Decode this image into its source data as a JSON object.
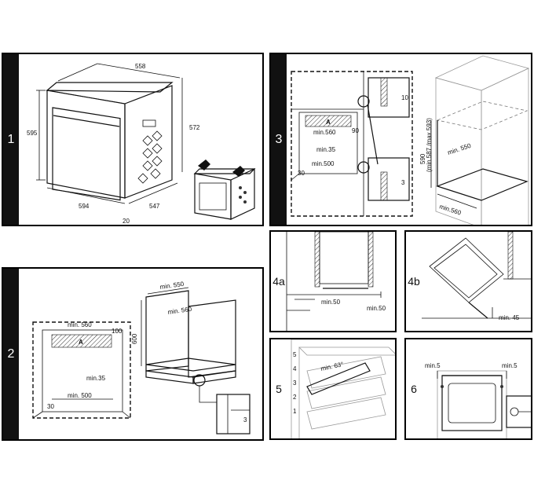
{
  "panels": {
    "p1": {
      "number": "1",
      "dims": {
        "width_top": "558",
        "height": "595",
        "depth": "572",
        "width_front": "594",
        "depth_side": "547",
        "door": "20"
      }
    },
    "p2": {
      "number": "2",
      "dims": {
        "min560": "min. 560",
        "v100": "100",
        "a": "A",
        "min35": "min.35",
        "min500": "min. 500",
        "v30": "30",
        "min550": "min. 550",
        "min560b": "min. 560",
        "v600": "600",
        "v3": "3"
      }
    },
    "p3": {
      "number": "3",
      "dims": {
        "a": "A",
        "min560": "min.560",
        "v90": "90",
        "min35": "min.35",
        "min500": "min.500",
        "v30": "30",
        "v10": "10",
        "v3": "3",
        "v590": "590",
        "range": "(min.587 /max.593)",
        "min550": "min. 550",
        "min560b": "min.560"
      }
    },
    "p4a": {
      "number": "4a",
      "dims": {
        "min50a": "min.50",
        "min50b": "min.50"
      }
    },
    "p4b": {
      "number": "4b",
      "dims": {
        "min45": "min. 45"
      }
    },
    "p5": {
      "number": "5",
      "dims": {
        "angle": "min. 63°",
        "levels": [
          "5",
          "4",
          "3",
          "2",
          "1"
        ]
      }
    },
    "p6": {
      "number": "6",
      "dims": {
        "min5a": "min.5",
        "min5b": "min.5"
      }
    }
  }
}
